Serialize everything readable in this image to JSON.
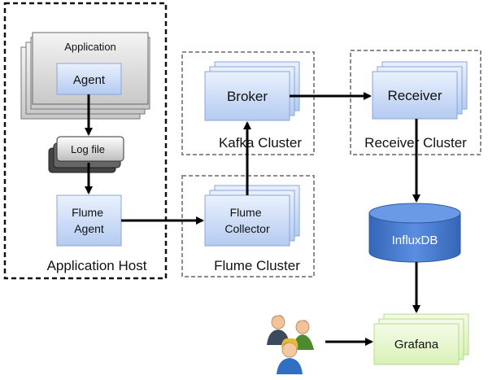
{
  "diagram": {
    "application_host": {
      "application_label": "Application",
      "agent_label": "Agent",
      "logfile_label": "Log file",
      "flume_agent_label": "Flume\nAgent",
      "host_label": "Application Host"
    },
    "flume_cluster": {
      "collector_label": "Flume\nCollector",
      "cluster_label": "Flume Cluster"
    },
    "kafka_cluster": {
      "broker_label": "Broker",
      "cluster_label": "Kafka Cluster"
    },
    "receiver_cluster": {
      "receiver_label": "Receiver",
      "cluster_label": "Receiver Cluster"
    },
    "storage": {
      "db_label": "InfluxDB"
    },
    "dashboard": {
      "grafana_label": "Grafana",
      "users_icon": "users-icon"
    },
    "colors": {
      "box_fill_top": "#e3ecfb",
      "box_fill_bottom": "#a9c2ee",
      "box_stroke": "#8aa6d8",
      "cluster_border": "#8c8c8c",
      "host_border": "#111111",
      "arrow": "#000000",
      "grafana_fill": "#e4f6c9",
      "db_fill": "#3a6fc5"
    }
  }
}
